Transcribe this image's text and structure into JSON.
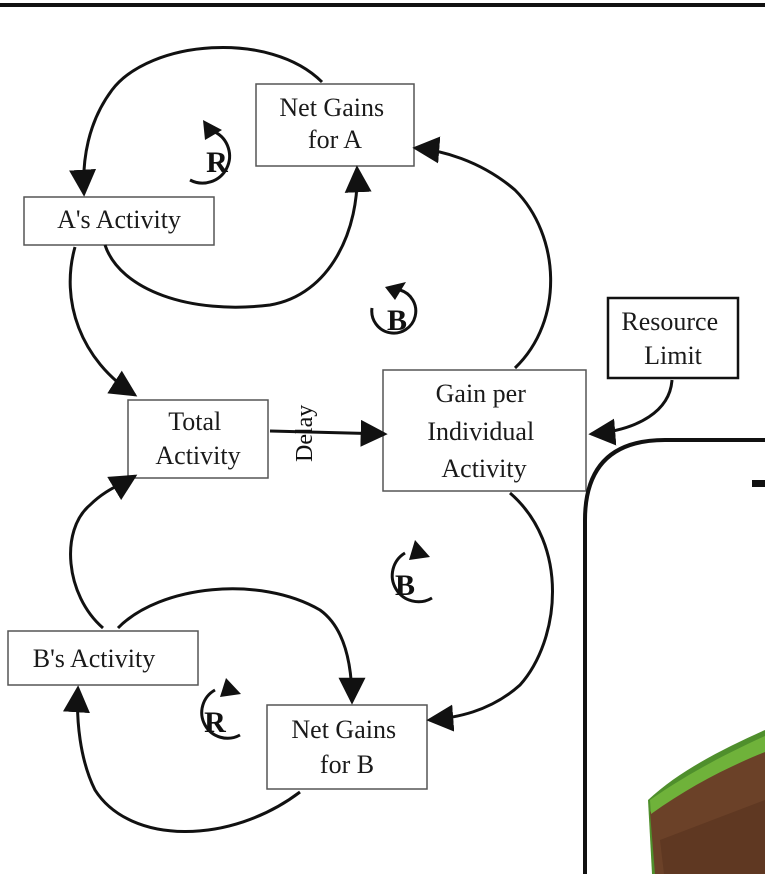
{
  "nodes": {
    "net_gains_a": [
      "Net Gains",
      "for A"
    ],
    "a_activity": [
      "A's Activity"
    ],
    "total_activity": [
      "Total",
      "Activity"
    ],
    "gain_per_individual": [
      "Gain per",
      "Individual",
      "Activity"
    ],
    "resource_limit": [
      "Resource",
      "Limit"
    ],
    "b_activity": [
      "B's Activity"
    ],
    "net_gains_b": [
      "Net Gains",
      "for B"
    ]
  },
  "loops": {
    "top_reinforcing": "R",
    "top_balancing": "B",
    "bottom_balancing": "B",
    "bottom_reinforcing": "R"
  },
  "delay_label": "Delay",
  "colors": {
    "line": "#111111",
    "box_border": "#555555",
    "background": "#ffffff"
  }
}
